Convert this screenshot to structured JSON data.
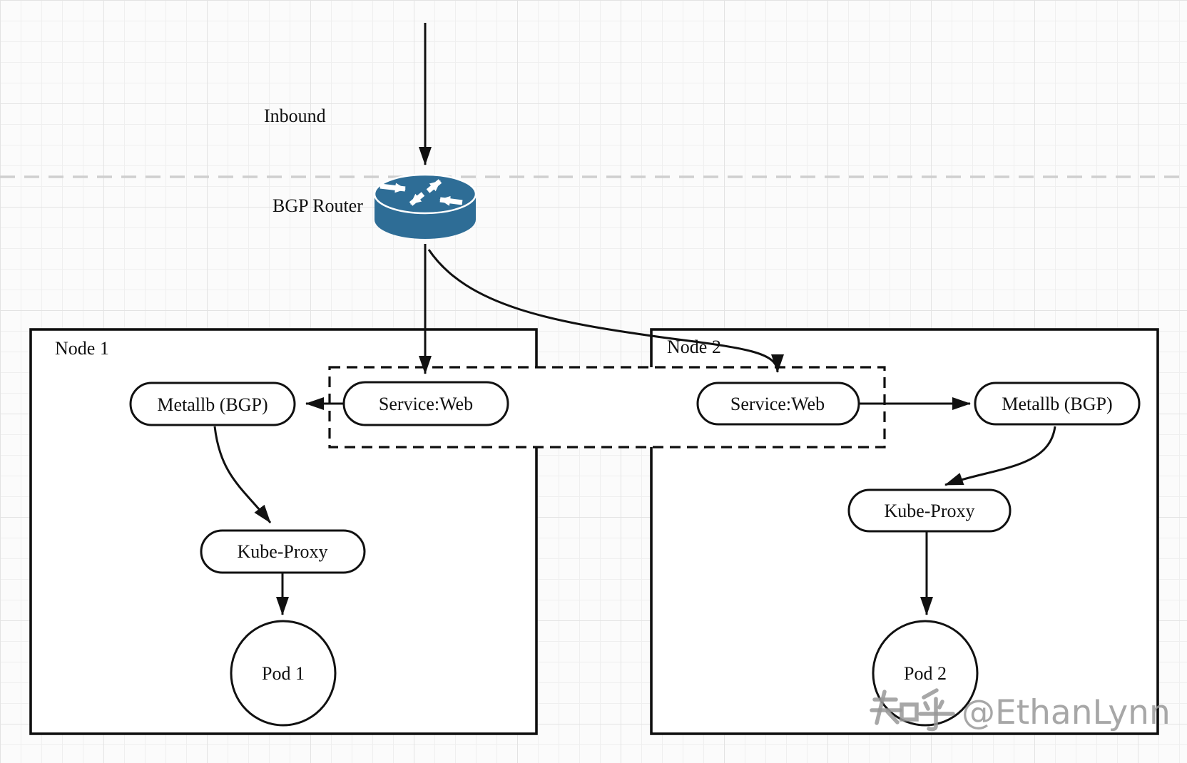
{
  "labels": {
    "inbound": "Inbound",
    "router": "BGP Router"
  },
  "nodes": [
    {
      "title": "Node 1",
      "metallb": "Metallb (BGP)",
      "service": "Service:Web",
      "kube_proxy": "Kube-Proxy",
      "pod": "Pod 1"
    },
    {
      "title": "Node 2",
      "metallb": "Metallb (BGP)",
      "service": "Service:Web",
      "kube_proxy": "Kube-Proxy",
      "pod": "Pod 2"
    }
  ],
  "watermark": {
    "text": "知乎 @EthanLynn",
    "latin": "@EthanLynn"
  },
  "colors": {
    "router_blue": "#2e6d96",
    "dashed_line_gray": "#cfcfcf",
    "watermark_gray": "#989898",
    "stroke_black": "#111111"
  }
}
